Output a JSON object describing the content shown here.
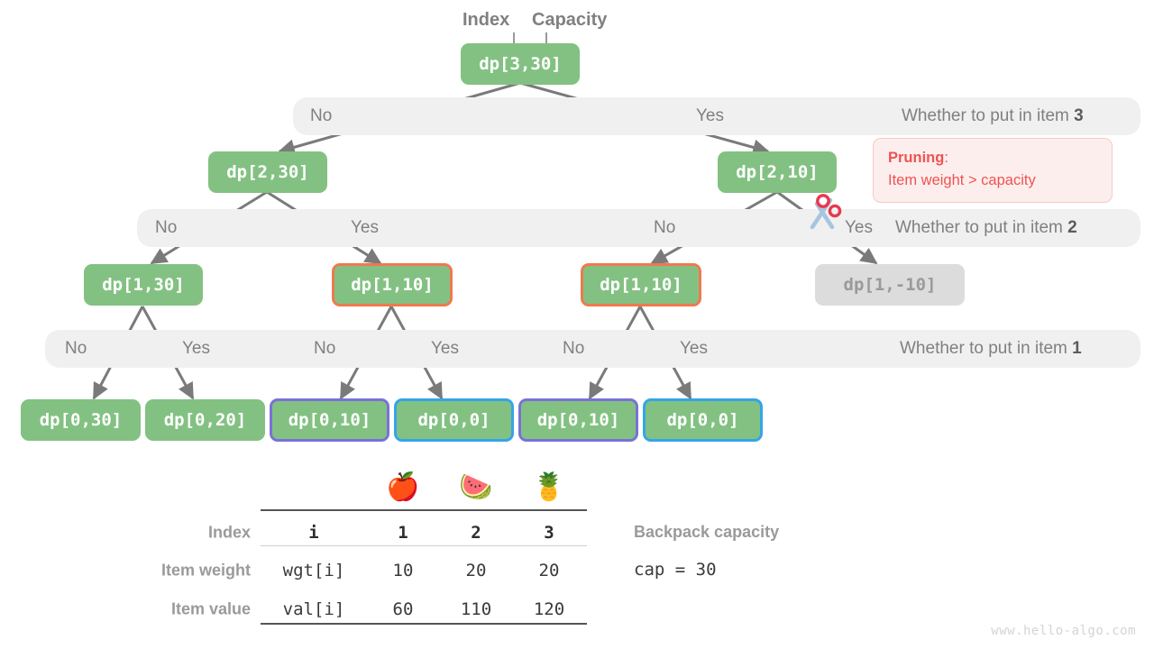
{
  "diagram": {
    "title_annotations": [
      {
        "label": "Index"
      },
      {
        "label": "Capacity"
      }
    ],
    "root": {
      "label": "dp[3,30]"
    },
    "levels": [
      {
        "no_label": "No",
        "yes_label": "Yes",
        "right_text": "Whether to put in item ",
        "right_item": "3"
      },
      {
        "no_label": "No",
        "yes_label": "Yes",
        "no_label_2": "No",
        "yes_label_2": "Yes",
        "right_text": "Whether to put in item ",
        "right_item": "2"
      },
      {
        "no_label": "No",
        "yes_label": "Yes",
        "no_label_2": "No",
        "yes_label_2": "Yes",
        "no_label_3": "No",
        "yes_label_3": "Yes",
        "right_text": "Whether to put in item ",
        "right_item": "1"
      }
    ],
    "level2_nodes": [
      {
        "label": "dp[2,30]",
        "state": "normal"
      },
      {
        "label": "dp[2,10]",
        "state": "normal"
      }
    ],
    "level1_nodes": [
      {
        "label": "dp[1,30]",
        "state": "normal"
      },
      {
        "label": "dp[1,10]",
        "state": "duplicate"
      },
      {
        "label": "dp[1,10]",
        "state": "duplicate"
      },
      {
        "label": "dp[1,-10]",
        "state": "pruned"
      }
    ],
    "level0_nodes": [
      {
        "label": "dp[0,30]",
        "state": "normal"
      },
      {
        "label": "dp[0,20]",
        "state": "normal"
      },
      {
        "label": "dp[0,10]",
        "state": "overlap-a"
      },
      {
        "label": "dp[0,0]",
        "state": "overlap-b"
      },
      {
        "label": "dp[0,10]",
        "state": "overlap-a"
      },
      {
        "label": "dp[0,0]",
        "state": "overlap-b"
      }
    ],
    "pruning_callout": {
      "heading": "Pruning",
      "heading_suffix": ":",
      "body": "Item weight > capacity"
    },
    "scissors_icon": "scissors-icon"
  },
  "table": {
    "item_icons": [
      "apple-icon",
      "watermelon-icon",
      "pineapple-icon"
    ],
    "item_emoji": [
      "🍎",
      "🍉",
      "🍍"
    ],
    "row_labels": [
      "Index",
      "Item weight",
      "Item value"
    ],
    "code_labels": [
      "i",
      "wgt[i]",
      "val[i]"
    ],
    "rows": [
      {
        "label": "Index",
        "code": "i",
        "values": [
          "1",
          "2",
          "3"
        ]
      },
      {
        "label": "Item weight",
        "code": "wgt[i]",
        "values": [
          "10",
          "20",
          "20"
        ]
      },
      {
        "label": "Item value",
        "code": "val[i]",
        "values": [
          "60",
          "110",
          "120"
        ]
      }
    ]
  },
  "side_note": {
    "title": "Backpack capacity",
    "code": "cap = 30"
  },
  "watermark": "www.hello-algo.com",
  "colors": {
    "node_green": "#83c183",
    "node_gray": "#dcdcdc",
    "border_orange": "#ee7a4d",
    "border_purple": "#7a71d8",
    "border_blue": "#33a5e8",
    "bar_gray": "#f0f0f0",
    "accent_red": "#ef5350",
    "edge_gray": "#7a7a7a"
  }
}
